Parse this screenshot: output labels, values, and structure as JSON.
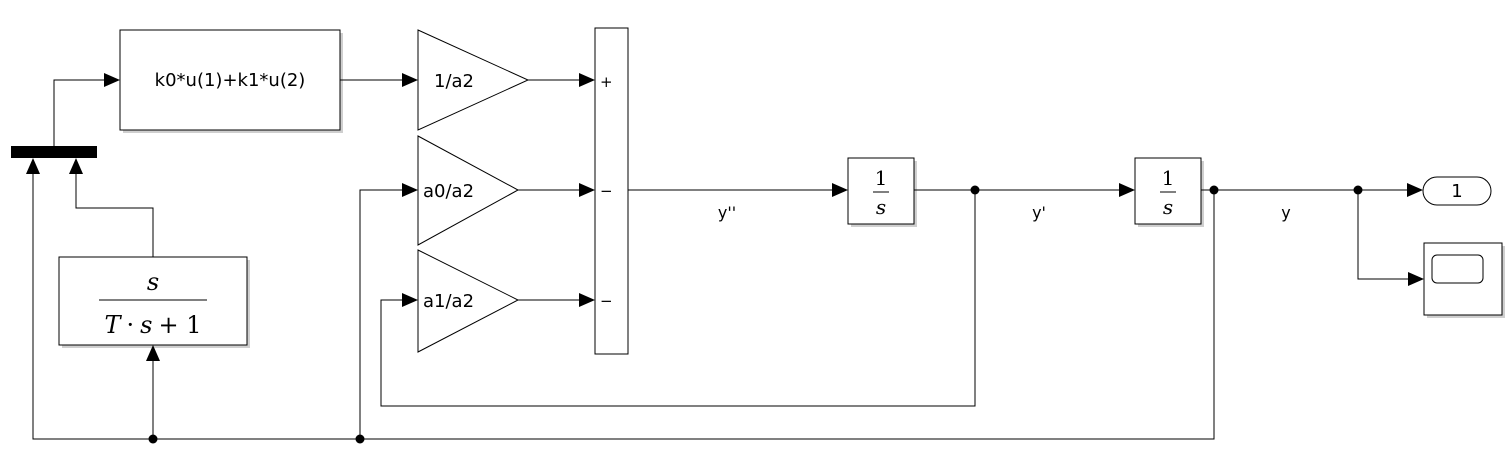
{
  "blocks": {
    "fcn": {
      "expression": "k0*u(1)+k1*u(2)"
    },
    "gain_top": {
      "label": "1/a2"
    },
    "gain_mid": {
      "label": "a0/a2"
    },
    "gain_bot": {
      "label": "a1/a2"
    },
    "sum": {
      "signs": [
        "+",
        "−",
        "−"
      ]
    },
    "transfer_fcn": {
      "numerator": "s",
      "denominator_T": "T",
      "denominator_dot": "·",
      "denominator_s": "s",
      "denominator_rest": "+ 1"
    },
    "integrator1": {
      "numerator": "1",
      "denominator": "s"
    },
    "integrator2": {
      "numerator": "1",
      "denominator": "s"
    },
    "outport": {
      "label": "1"
    }
  },
  "signals": {
    "ddy": "y''",
    "dy": "y'",
    "y": "y"
  }
}
